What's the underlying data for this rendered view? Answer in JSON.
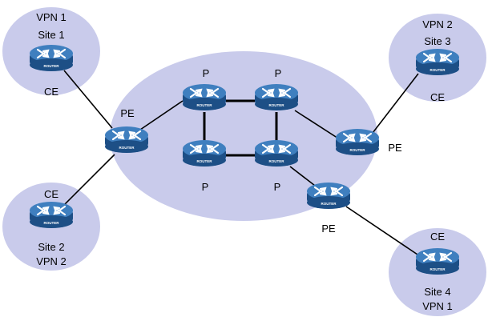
{
  "colors": {
    "region_fill": "#c9cbeb",
    "router_body": "#1d4f86",
    "router_top": "#3f7fbf",
    "router_arrows": "#ffffff",
    "link": "#000000"
  },
  "router_caption": "ROUTER",
  "router_icon": "router-icon",
  "sites": {
    "site1": {
      "vpn": "VPN 1",
      "site": "Site 1",
      "role": "CE"
    },
    "site2": {
      "vpn": "VPN 2",
      "site": "Site 2",
      "role": "CE"
    },
    "site3": {
      "vpn": "VPN 2",
      "site": "Site 3",
      "role": "CE"
    },
    "site4": {
      "vpn": "VPN 1",
      "site": "Site 4",
      "role": "CE"
    }
  },
  "backbone": {
    "pe_left": "PE",
    "pe_right": "PE",
    "pe_bottom": "PE",
    "p_top_left": "P",
    "p_top_right": "P",
    "p_bottom_left": "P",
    "p_bottom_right": "P"
  }
}
